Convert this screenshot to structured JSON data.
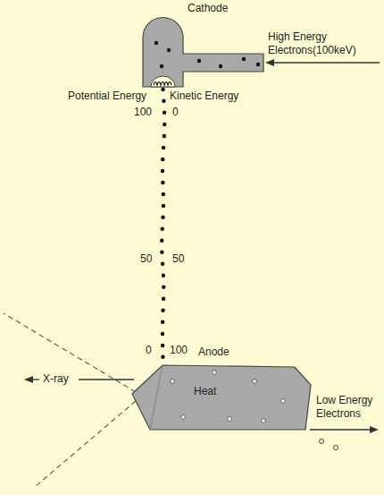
{
  "diagram": {
    "nodes": [
      {
        "text": [
          "Cathode"
        ]
      },
      {
        "text": [
          "Anode",
          "Heat"
        ]
      }
    ],
    "edges": [
      {
        "from": 0,
        "to": 1,
        "arrow": "none"
      }
    ],
    "labels": [
      "High Energy Electrons(100keV)",
      "Potential Energy",
      "Kinetic Energy",
      "100",
      "0",
      "50",
      "50",
      "0",
      "100",
      "X-ray",
      "Low Energy Electrons"
    ]
  }
}
